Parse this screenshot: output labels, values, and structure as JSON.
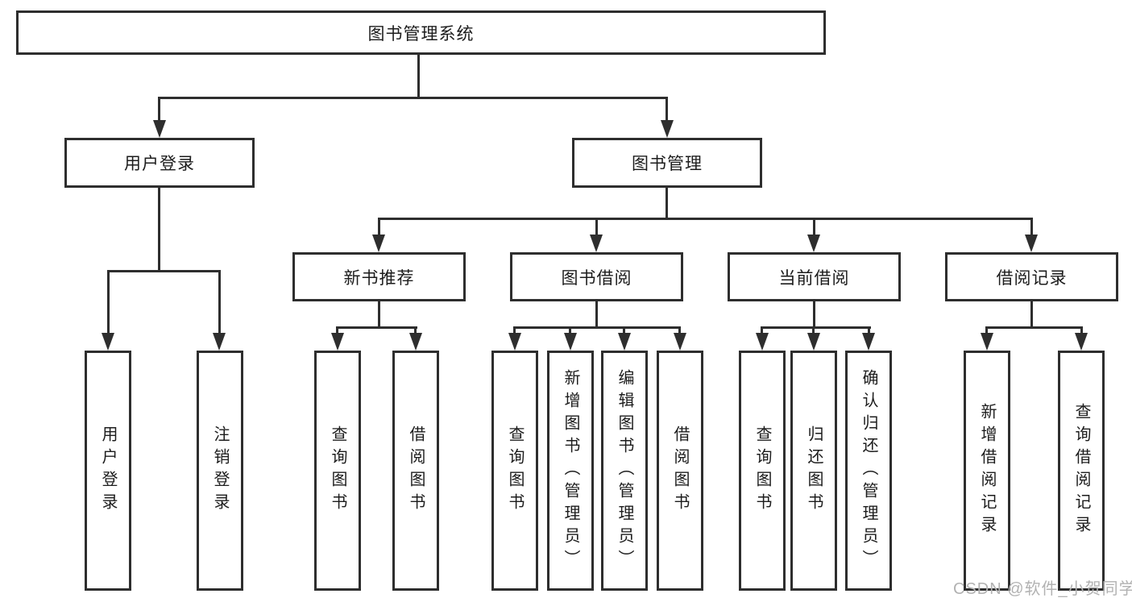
{
  "tree": {
    "root": {
      "label": "图书管理系统"
    },
    "branches": [
      {
        "label": "用户登录",
        "children": [
          "用户登录",
          "注销登录"
        ]
      },
      {
        "label": "图书管理",
        "children": [
          {
            "label": "新书推荐",
            "children": [
              "查询图书",
              "借阅图书"
            ]
          },
          {
            "label": "图书借阅",
            "children": [
              "查询图书",
              "新增图书（管理员）",
              "编辑图书（管理员）",
              "借阅图书"
            ]
          },
          {
            "label": "当前借阅",
            "children": [
              "查询图书",
              "归还图书",
              "确认归还（管理员）"
            ]
          },
          {
            "label": "借阅记录",
            "children": [
              "新增借阅记录",
              "查询借阅记录"
            ]
          }
        ]
      }
    ]
  },
  "watermark": "CSDN @软件_小贺同学",
  "colors": {
    "line": "#2e2e2e",
    "text": "#1c1c1c",
    "watermark": "#b2b2b2",
    "background": "#ffffff"
  }
}
